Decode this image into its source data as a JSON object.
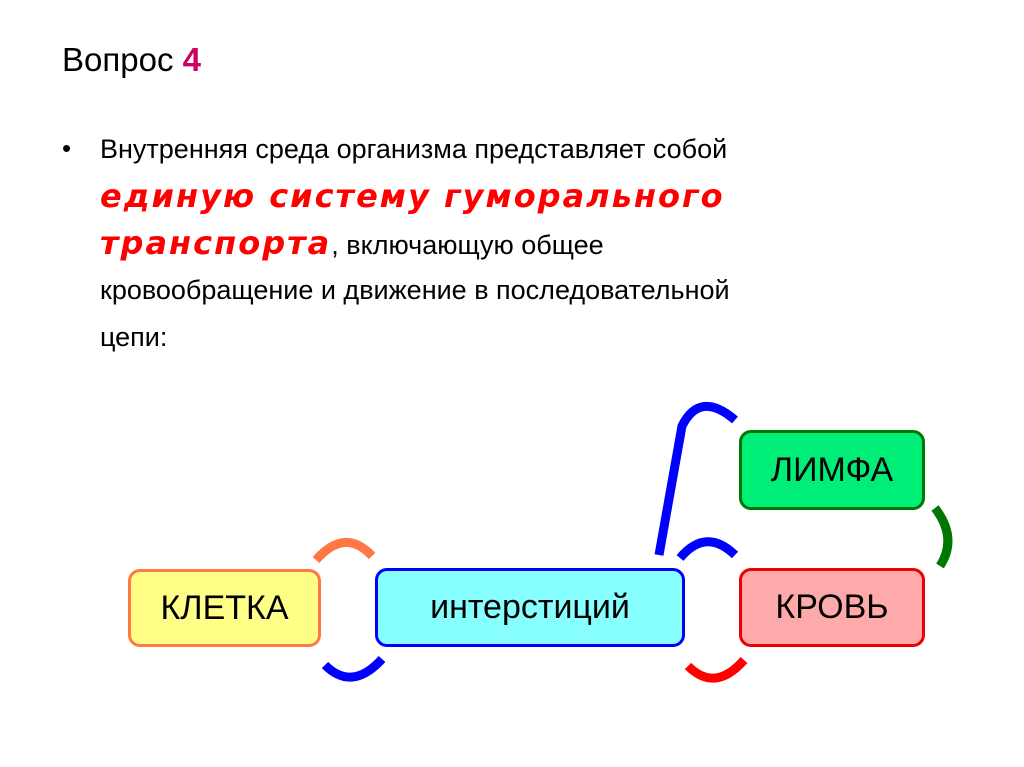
{
  "slide": {
    "title_prefix": "Вопрос",
    "title_number": "4",
    "bullet": "•",
    "paragraph": {
      "line1": "Внутренняя среда организма представляет собой",
      "highlight_line1": "единую систему гуморального",
      "highlight_line2": "транспорта",
      "line3_rest": ", включающую общее",
      "line4": "кровообращение и движение в последовательной",
      "line5": "цепи:"
    }
  },
  "diagram": {
    "nodes": [
      {
        "id": "cell",
        "label": "КЛЕТКА",
        "fill": "#ffff88",
        "border": "#ff7744"
      },
      {
        "id": "interstitium",
        "label": "интерстиций",
        "fill": "#88ffff",
        "border": "#0000ff"
      },
      {
        "id": "lymph",
        "label": "ЛИМФА",
        "fill": "#00ee77",
        "border": "#007700"
      },
      {
        "id": "blood",
        "label": "КРОВЬ",
        "fill": "#ffaaaa",
        "border": "#ee0000"
      }
    ],
    "edges": [
      {
        "from": "cell",
        "to": "interstitium",
        "color": "#ff7744"
      },
      {
        "from": "interstitium",
        "to": "cell",
        "color": "#0000ff"
      },
      {
        "from": "interstitium",
        "to": "lymph",
        "color": "#0000ff"
      },
      {
        "from": "interstitium",
        "to": "blood",
        "color": "#0000ff"
      },
      {
        "from": "blood",
        "to": "interstitium",
        "color": "#ff0000"
      },
      {
        "from": "lymph",
        "to": "blood",
        "color": "#007700"
      }
    ]
  }
}
